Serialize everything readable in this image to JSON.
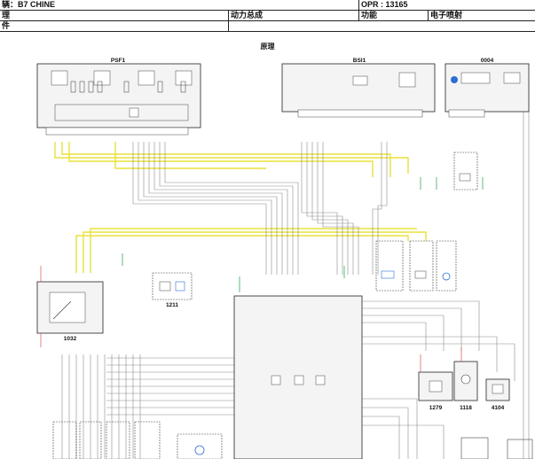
{
  "header": {
    "row1": {
      "vehicle": "辆：B7 CHINE",
      "opr": "OPR : 13165"
    },
    "row2": {
      "label": "理",
      "system": "动力总成",
      "function_label": "功能",
      "function_value": "电子喷射"
    },
    "row3": {
      "label": "件"
    }
  },
  "diagram": {
    "section_title": "原理",
    "components": {
      "psf1": "PSF1",
      "bsi1": "BSI1",
      "c0004": "0004",
      "c1032": "1032",
      "c1211": "1211",
      "c1279": "1279",
      "c1118": "1118",
      "c4104": "4104"
    }
  }
}
